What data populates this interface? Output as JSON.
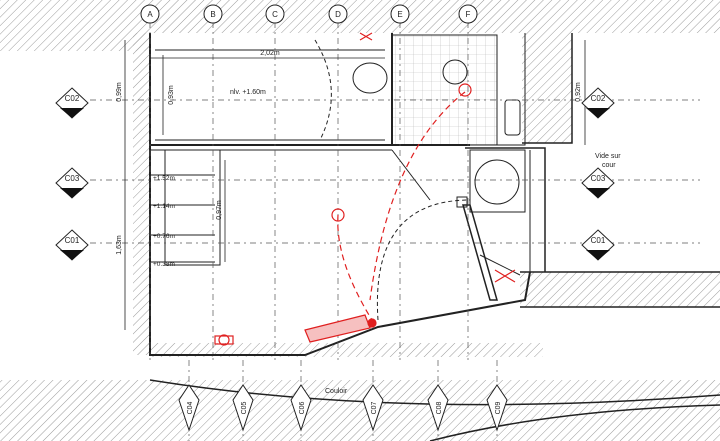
{
  "grid_top": [
    "A",
    "B",
    "C",
    "D",
    "E",
    "F"
  ],
  "sections_left": [
    "C02",
    "C03",
    "C01"
  ],
  "sections_right": [
    "C02",
    "C03",
    "C01"
  ],
  "sections_bottom": [
    "C04",
    "C05",
    "C06",
    "C07",
    "C08",
    "C09"
  ],
  "dims": {
    "width_top": "2,02m",
    "h_093": "0,93m",
    "h_099": "0,99m",
    "h_163": "1,63m",
    "h_092": "0,92m",
    "h_097": "0,97m"
  },
  "levels": {
    "nlv": "nlv. +1.60m",
    "l152": "+1.52m",
    "l114": "+1.14m",
    "l076": "+0.76m",
    "l038": "+0.38m"
  },
  "labels": {
    "vide_line1": "Vide sur",
    "vide_line2": "cour",
    "couloir": "Couloir"
  },
  "colors": {
    "line": "#222222",
    "red": "#e02020",
    "hatch": "#9a9a9a"
  }
}
